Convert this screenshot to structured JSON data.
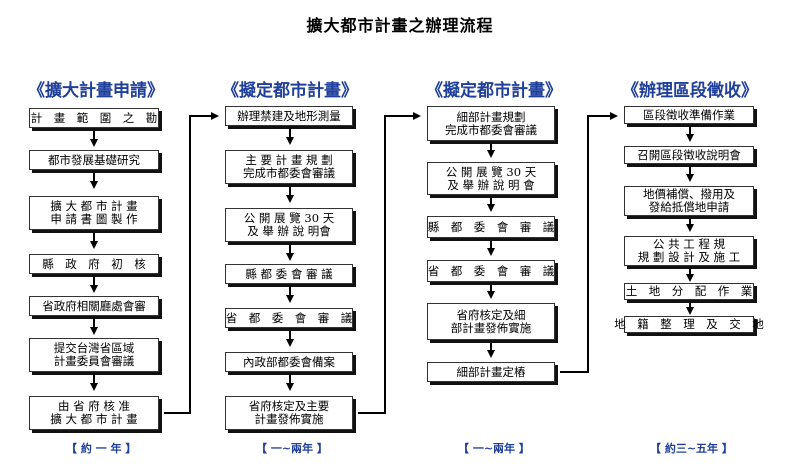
{
  "title": "擴大都市計畫之辦理流程",
  "columns": [
    {
      "heading": "《擴大計畫申請》",
      "duration": "【 約 一 年 】",
      "steps": [
        {
          "line1": "計　畫　範　圍　之　勘",
          "line2": ""
        },
        {
          "line1": "都市發展基礎研究",
          "line2": ""
        },
        {
          "line1": "擴 大 都 市 計 畫",
          "line2": "申 請 書 圖 製 作"
        },
        {
          "line1": "縣　政　府　初　核",
          "line2": ""
        },
        {
          "line1": "省政府相關廳處會審",
          "line2": ""
        },
        {
          "line1": "提交台灣省區域",
          "line2": "計畫委員會審議"
        },
        {
          "line1": "由 省 府 核 准",
          "line2": "擴 大 都 市 計 畫"
        }
      ]
    },
    {
      "heading": "《擬定都市計畫》",
      "duration": "【 一~兩年 】",
      "steps": [
        {
          "line1": "辦理禁建及地形測量",
          "line2": ""
        },
        {
          "line1": "主 要 計 畫 規 劃",
          "line2": "完成市都委會審議"
        },
        {
          "line1": "公 開 展 覽 30 天",
          "line2": "及 舉 辦 說 明會"
        },
        {
          "line1": "縣 都 委 會 審 議",
          "line2": ""
        },
        {
          "line1": "省　都　委　會　審　議",
          "line2": ""
        },
        {
          "line1": "內政部都委會備案",
          "line2": ""
        },
        {
          "line1": "省府核定及主要",
          "line2": "計畫發佈實施"
        }
      ]
    },
    {
      "heading": "《擬定都市計畫》",
      "duration": "【 一~兩年 】",
      "steps": [
        {
          "line1": "細部計畫規劃",
          "line2": "完成市都委會審議"
        },
        {
          "line1": "公 開 展 覽 30 天",
          "line2": "及 舉 辦 說 明 會"
        },
        {
          "line1": "縣　都　委　會　審　議",
          "line2": ""
        },
        {
          "line1": "省　都　委　會　審　議",
          "line2": ""
        },
        {
          "line1": "省府核定及細",
          "line2": "部計畫發佈實施"
        },
        {
          "line1": "細部計畫定樁",
          "line2": ""
        }
      ]
    },
    {
      "heading": "《辦理區段徵收》",
      "duration": "【 約三~五年 】",
      "steps": [
        {
          "line1": "區段徵收準備作業",
          "line2": ""
        },
        {
          "line1": "召開區段徵收說明會",
          "line2": ""
        },
        {
          "line1": "地價補償、撥用及",
          "line2": "發給抵償地申請"
        },
        {
          "line1": "公 共 工 程 規",
          "line2": "規 劃 設 計 及 施 工"
        },
        {
          "line1": "土　地　分　配　作　業",
          "line2": ""
        },
        {
          "line1": "地　籍　整　理　及　交　地",
          "line2": ""
        }
      ]
    }
  ]
}
